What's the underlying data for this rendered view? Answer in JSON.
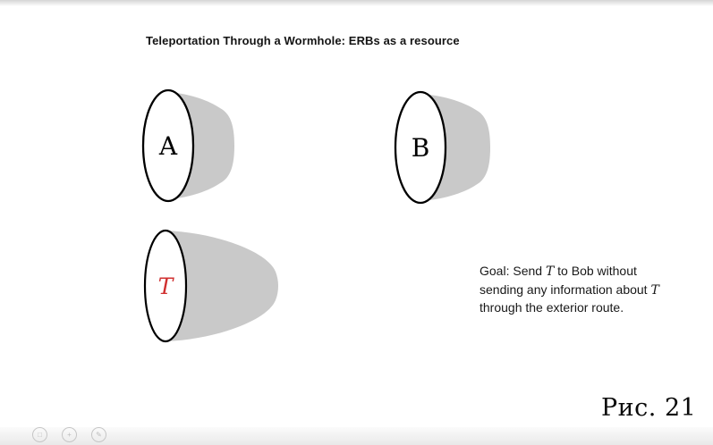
{
  "title": "Teleportation Through a Wormhole: ERBs as a resource",
  "wormhole_a": {
    "label": "A"
  },
  "wormhole_b": {
    "label": "B"
  },
  "wormhole_t": {
    "label": "T"
  },
  "goal": {
    "part1": "Goal: Send ",
    "symbol1": "T",
    "part2": " to Bob without sending any information about ",
    "symbol2": "T",
    "part3": " through the exterior route."
  },
  "caption": "Рис. 21",
  "toolbar": {
    "icons": [
      {
        "name": "overview-icon",
        "glyph": "□"
      },
      {
        "name": "zoom-icon",
        "glyph": "+"
      },
      {
        "name": "annotate-icon",
        "glyph": "✎"
      }
    ]
  },
  "colors": {
    "horn_gray": "#c9c9c9",
    "symbol_red": "#d03030"
  }
}
